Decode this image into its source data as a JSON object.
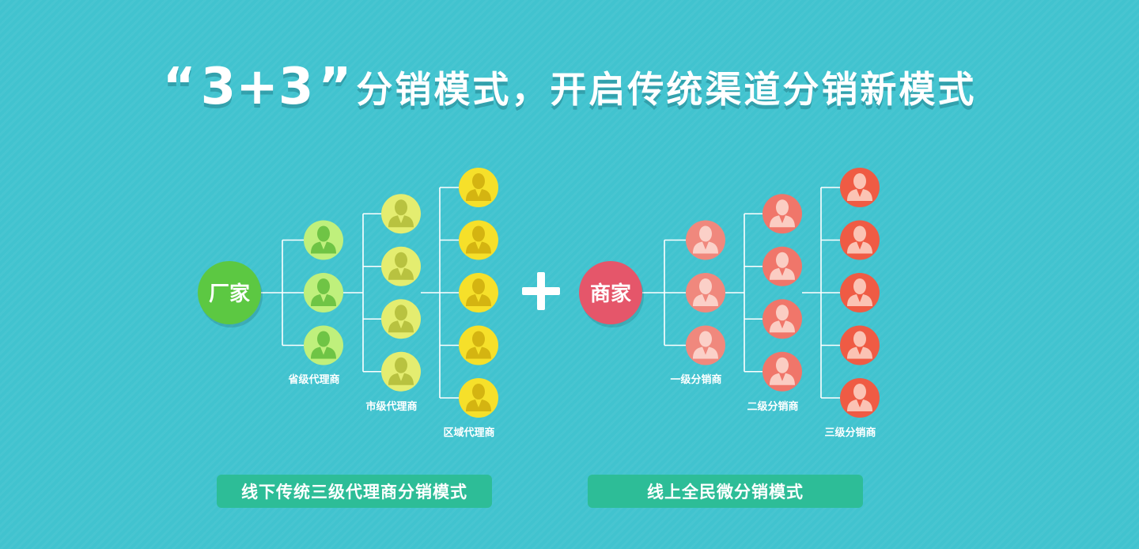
{
  "title": {
    "quote_open": "“",
    "number": "3+3",
    "quote_close": "”",
    "text": "分销模式，开启传统渠道分销新模式"
  },
  "plus_sign": "+",
  "diagrams": [
    {
      "root": "厂家",
      "root_color": "#5cc842",
      "levels": [
        {
          "label": "省级代理商",
          "count": 3,
          "color": "#bff07c",
          "icon_color": "#6fc445"
        },
        {
          "label": "市级代理商",
          "count": 4,
          "color": "#e4ed70",
          "icon_color": "#b8c240"
        },
        {
          "label": "区域代理商",
          "count": 5,
          "color": "#f6e02a",
          "icon_color": "#d4b411"
        }
      ],
      "caption": "线下传统三级代理商分销模式"
    },
    {
      "root": "商家",
      "root_color": "#e5566a",
      "levels": [
        {
          "label": "一级分销商",
          "count": 3,
          "color": "#f0887d",
          "icon_color": "#fbd0c8"
        },
        {
          "label": "二级分销商",
          "count": 4,
          "color": "#f0766a",
          "icon_color": "#fbcdc3"
        },
        {
          "label": "三级分销商",
          "count": 5,
          "color": "#ef5b44",
          "icon_color": "#fbc3b4"
        }
      ],
      "caption": "线上全民微分销模式"
    }
  ],
  "colors": {
    "background": "#41c3cf",
    "connector": "#ffffff",
    "caption_bg": "#2dbd97"
  }
}
